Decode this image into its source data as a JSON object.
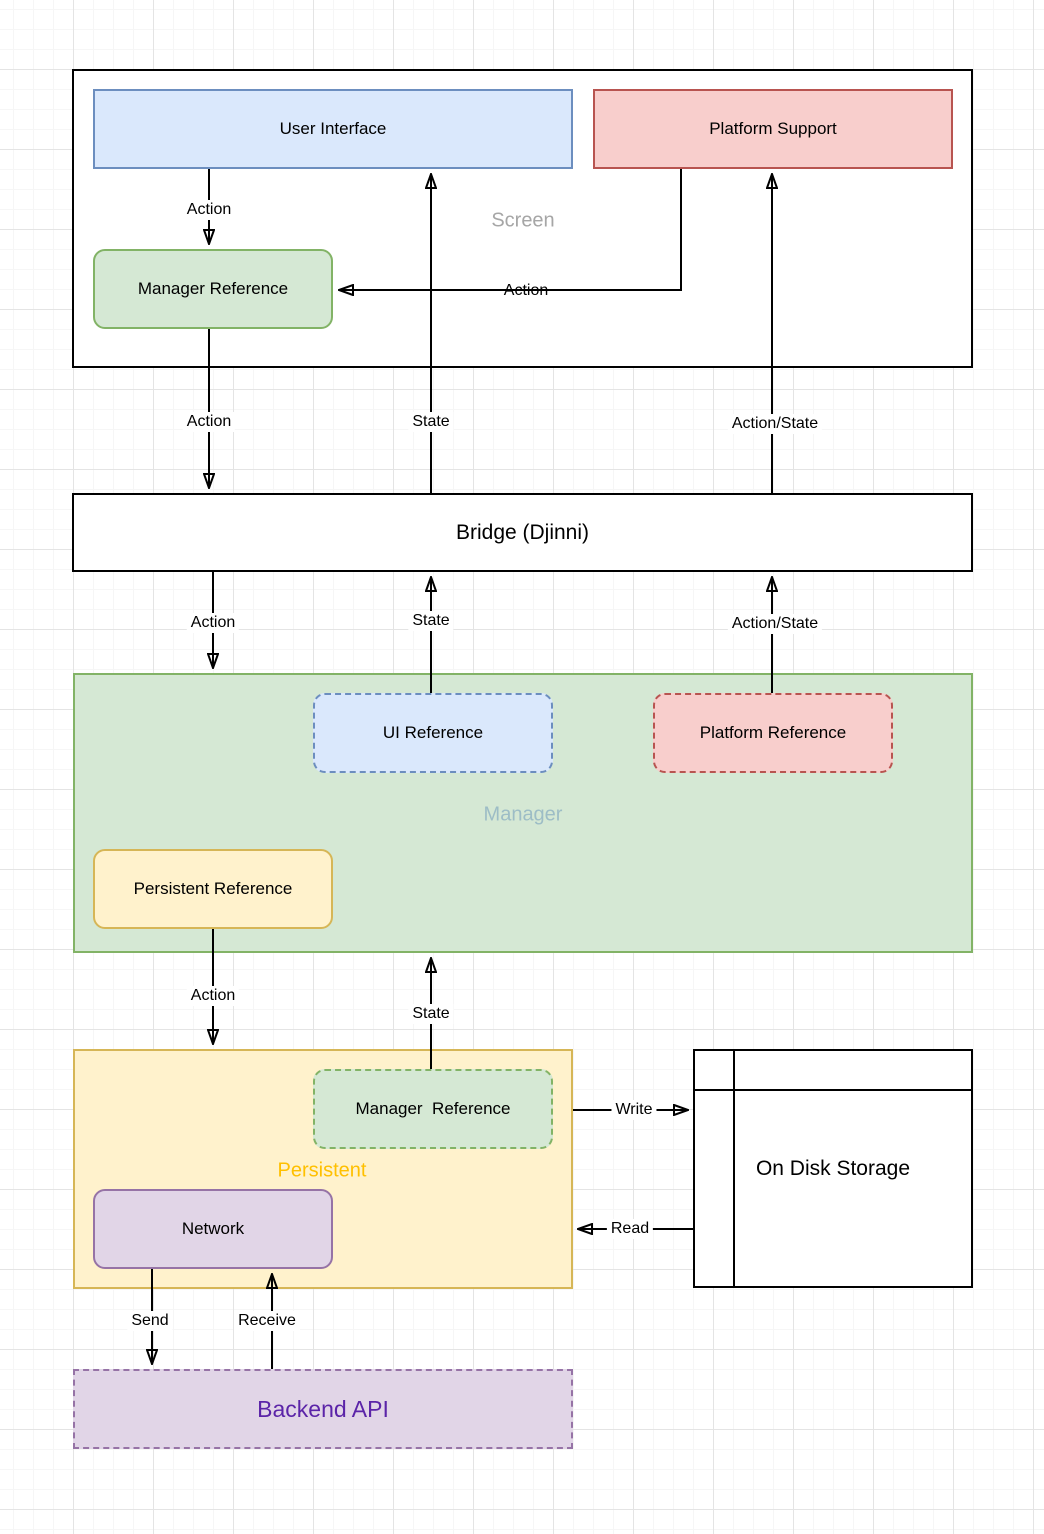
{
  "palette": {
    "blue_fill": "#dae8fc",
    "blue_stroke": "#6c8ebf",
    "red_fill": "#f8cecc",
    "red_stroke": "#b85450",
    "green_fill": "#d5e8d4",
    "green_stroke": "#82b366",
    "yellow_fill": "#fff2cc",
    "yellow_stroke": "#d6b656",
    "purple_fill": "#e1d5e7",
    "purple_stroke": "#9673a6",
    "screen_label_color": "#a6a6a6",
    "manager_label_color": "#9dbdc6",
    "persistent_label_color": "#ffc000",
    "backend_text_color": "#5b24a8",
    "wire_color": "#000000"
  },
  "containers": {
    "screen": {
      "label": "Screen"
    },
    "bridge": {
      "label": "Bridge (Djinni)"
    },
    "manager": {
      "label": "Manager"
    },
    "persistent": {
      "label": "Persistent"
    },
    "ondisk": {
      "label": "On Disk Storage"
    },
    "backend": {
      "label": "Backend API"
    }
  },
  "nodes": {
    "user_interface": {
      "label": "User Interface"
    },
    "platform_support": {
      "label": "Platform Support"
    },
    "manager_reference_screen": {
      "label": "Manager Reference"
    },
    "ui_reference": {
      "label": "UI Reference"
    },
    "platform_reference": {
      "label": "Platform Reference"
    },
    "persistent_reference": {
      "label": "Persistent Reference"
    },
    "manager_reference_persistent": {
      "label": "Manager  Reference"
    },
    "network": {
      "label": "Network"
    }
  },
  "edge_labels": {
    "ui_to_managerref_action": "Action",
    "platform_to_managerref_action": "Action",
    "screen_to_bridge_action": "Action",
    "bridge_to_screen_state": "State",
    "screen_bridge_action_state": "Action/State",
    "bridge_to_manager_action": "Action",
    "manager_to_bridge_state": "State",
    "manager_bridge_action_state": "Action/State",
    "manager_to_persistent_action": "Action",
    "persistent_to_manager_state": "State",
    "write": "Write",
    "read": "Read",
    "send": "Send",
    "receive": "Receive"
  }
}
